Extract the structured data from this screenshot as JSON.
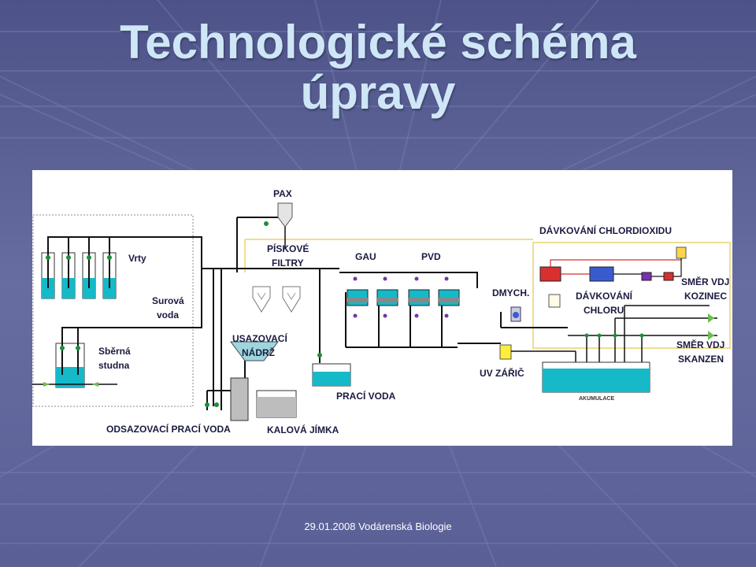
{
  "slide": {
    "title_line1": "Technologické schéma",
    "title_line2": "úpravy",
    "footer": "29.01.2008 Vodárenská Biologie"
  },
  "diagram": {
    "labels": {
      "pax": "PAX",
      "vrty": "Vrty",
      "surova": "Surová",
      "voda": "voda",
      "sberna": "Sběrná",
      "studna": "studna",
      "piskove": "PÍSKOVÉ",
      "filtry": "FILTRY",
      "gau": "GAU",
      "pvd": "PVD",
      "usazovaci": "USAZOVACÍ",
      "nadrz": "NÁDRŽ",
      "praci_voda": "PRACÍ VODA",
      "odsazovaci": "ODSAZOVACÍ PRACÍ VODA",
      "kalova": "KALOVÁ JÍMKA",
      "dmych": "DMYCH.",
      "uv": "UV ZÁŘIČ",
      "davk_clo2": "DÁVKOVÁNÍ CHLORDIOXIDU",
      "davk_cl1": "DÁVKOVÁNÍ",
      "davk_cl2": "CHLORU",
      "smer_k1": "SMĚR VDJ",
      "smer_k2": "KOZINEC",
      "smer_s1": "SMĚR VDJ",
      "smer_s2": "SKANZEN",
      "akumulace": "AKUMULACE"
    }
  },
  "colors": {
    "background": "#5f6597",
    "title": "#cfe6f7",
    "water": "#16b9c8",
    "pipe": "#111111",
    "chem_line": "#e8d46a",
    "red_line": "#d03030"
  }
}
